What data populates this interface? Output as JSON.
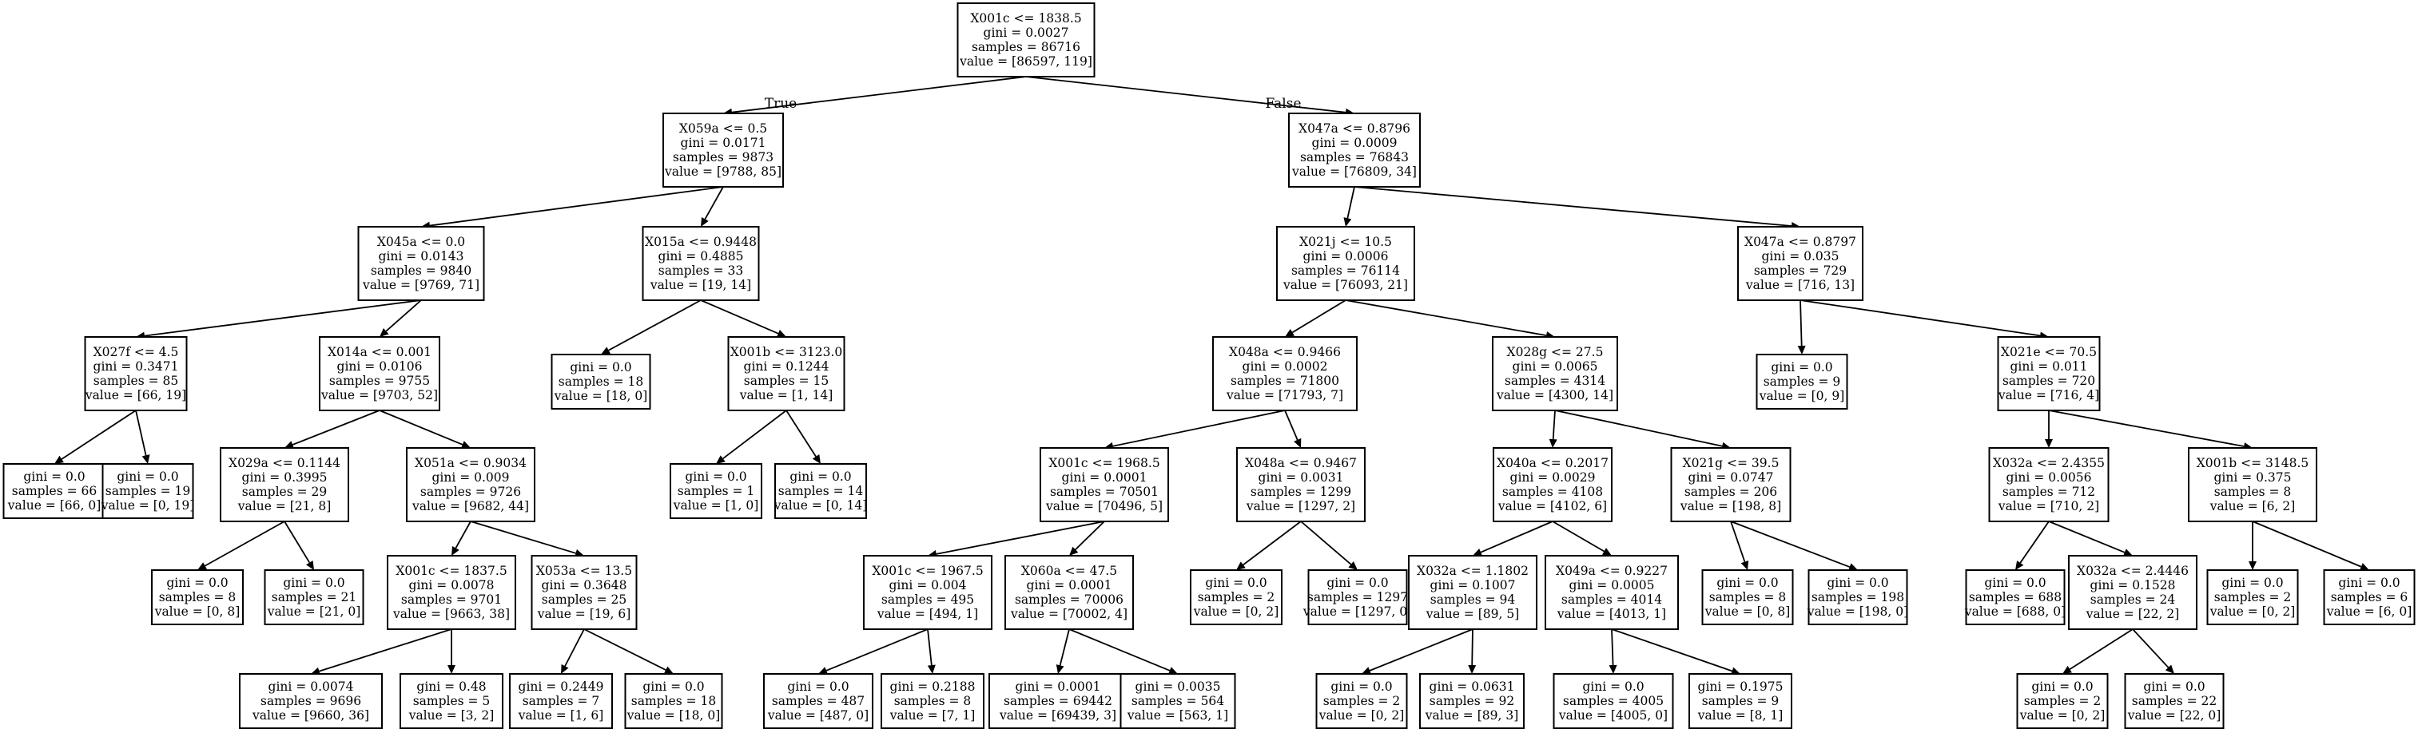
{
  "edge_labels": {
    "true_label": "True",
    "false_label": "False"
  },
  "nodes": {
    "n0": {
      "lines": [
        "X001c <= 1838.5",
        "gini = 0.0027",
        "samples = 86716",
        "value = [86597, 119]"
      ]
    },
    "n1": {
      "lines": [
        "X059a <= 0.5",
        "gini = 0.0171",
        "samples = 9873",
        "value = [9788, 85]"
      ]
    },
    "n2": {
      "lines": [
        "X047a <= 0.8796",
        "gini = 0.0009",
        "samples = 76843",
        "value = [76809, 34]"
      ]
    },
    "n3": {
      "lines": [
        "X045a <= 0.0",
        "gini = 0.0143",
        "samples = 9840",
        "value = [9769, 71]"
      ]
    },
    "n4": {
      "lines": [
        "X015a <= 0.9448",
        "gini = 0.4885",
        "samples = 33",
        "value = [19, 14]"
      ]
    },
    "n5": {
      "lines": [
        "X021j <= 10.5",
        "gini = 0.0006",
        "samples = 76114",
        "value = [76093, 21]"
      ]
    },
    "n6": {
      "lines": [
        "X047a <= 0.8797",
        "gini = 0.035",
        "samples = 729",
        "value = [716, 13]"
      ]
    },
    "n7": {
      "lines": [
        "X027f <= 4.5",
        "gini = 0.3471",
        "samples = 85",
        "value = [66, 19]"
      ]
    },
    "n8": {
      "lines": [
        "X014a <= 0.001",
        "gini = 0.0106",
        "samples = 9755",
        "value = [9703, 52]"
      ]
    },
    "n9": {
      "lines": [
        "gini = 0.0",
        "samples = 18",
        "value = [18, 0]"
      ]
    },
    "n10": {
      "lines": [
        "X001b <= 3123.0",
        "gini = 0.1244",
        "samples = 15",
        "value = [1, 14]"
      ]
    },
    "n11": {
      "lines": [
        "X048a <= 0.9466",
        "gini = 0.0002",
        "samples = 71800",
        "value = [71793, 7]"
      ]
    },
    "n12": {
      "lines": [
        "X028g <= 27.5",
        "gini = 0.0065",
        "samples = 4314",
        "value = [4300, 14]"
      ]
    },
    "n13": {
      "lines": [
        "gini = 0.0",
        "samples = 9",
        "value = [0, 9]"
      ]
    },
    "n14": {
      "lines": [
        "X021e <= 70.5",
        "gini = 0.011",
        "samples = 720",
        "value = [716, 4]"
      ]
    },
    "n15": {
      "lines": [
        "gini = 0.0",
        "samples = 66",
        "value = [66, 0]"
      ]
    },
    "n16": {
      "lines": [
        "gini = 0.0",
        "samples = 19",
        "value = [0, 19]"
      ]
    },
    "n17": {
      "lines": [
        "X029a <= 0.1144",
        "gini = 0.3995",
        "samples = 29",
        "value = [21, 8]"
      ]
    },
    "n18": {
      "lines": [
        "X051a <= 0.9034",
        "gini = 0.009",
        "samples = 9726",
        "value = [9682, 44]"
      ]
    },
    "n19": {
      "lines": [
        "gini = 0.0",
        "samples = 1",
        "value = [1, 0]"
      ]
    },
    "n20": {
      "lines": [
        "gini = 0.0",
        "samples = 14",
        "value = [0, 14]"
      ]
    },
    "n21": {
      "lines": [
        "X001c <= 1968.5",
        "gini = 0.0001",
        "samples = 70501",
        "value = [70496, 5]"
      ]
    },
    "n22": {
      "lines": [
        "X048a <= 0.9467",
        "gini = 0.0031",
        "samples = 1299",
        "value = [1297, 2]"
      ]
    },
    "n23": {
      "lines": [
        "X040a <= 0.2017",
        "gini = 0.0029",
        "samples = 4108",
        "value = [4102, 6]"
      ]
    },
    "n24": {
      "lines": [
        "X021g <= 39.5",
        "gini = 0.0747",
        "samples = 206",
        "value = [198, 8]"
      ]
    },
    "n25": {
      "lines": [
        "X032a <= 2.4355",
        "gini = 0.0056",
        "samples = 712",
        "value = [710, 2]"
      ]
    },
    "n26": {
      "lines": [
        "X001b <= 3148.5",
        "gini = 0.375",
        "samples = 8",
        "value = [6, 2]"
      ]
    },
    "n27": {
      "lines": [
        "gini = 0.0",
        "samples = 8",
        "value = [0, 8]"
      ]
    },
    "n28": {
      "lines": [
        "gini = 0.0",
        "samples = 21",
        "value = [21, 0]"
      ]
    },
    "n29": {
      "lines": [
        "X001c <= 1837.5",
        "gini = 0.0078",
        "samples = 9701",
        "value = [9663, 38]"
      ]
    },
    "n30": {
      "lines": [
        "X053a <= 13.5",
        "gini = 0.3648",
        "samples = 25",
        "value = [19, 6]"
      ]
    },
    "n31": {
      "lines": [
        "X001c <= 1967.5",
        "gini = 0.004",
        "samples = 495",
        "value = [494, 1]"
      ]
    },
    "n32": {
      "lines": [
        "X060a <= 47.5",
        "gini = 0.0001",
        "samples = 70006",
        "value = [70002, 4]"
      ]
    },
    "n33": {
      "lines": [
        "gini = 0.0",
        "samples = 2",
        "value = [0, 2]"
      ]
    },
    "n34": {
      "lines": [
        "gini = 0.0",
        "samples = 1297",
        "value = [1297, 0]"
      ]
    },
    "n35": {
      "lines": [
        "X032a <= 1.1802",
        "gini = 0.1007",
        "samples = 94",
        "value = [89, 5]"
      ]
    },
    "n36": {
      "lines": [
        "X049a <= 0.9227",
        "gini = 0.0005",
        "samples = 4014",
        "value = [4013, 1]"
      ]
    },
    "n37": {
      "lines": [
        "gini = 0.0",
        "samples = 8",
        "value = [0, 8]"
      ]
    },
    "n38": {
      "lines": [
        "gini = 0.0",
        "samples = 198",
        "value = [198, 0]"
      ]
    },
    "n39": {
      "lines": [
        "gini = 0.0",
        "samples = 688",
        "value = [688, 0]"
      ]
    },
    "n40": {
      "lines": [
        "X032a <= 2.4446",
        "gini = 0.1528",
        "samples = 24",
        "value = [22, 2]"
      ]
    },
    "n41": {
      "lines": [
        "gini = 0.0",
        "samples = 2",
        "value = [0, 2]"
      ]
    },
    "n42": {
      "lines": [
        "gini = 0.0",
        "samples = 6",
        "value = [6, 0]"
      ]
    },
    "n43": {
      "lines": [
        "gini = 0.0074",
        "samples = 9696",
        "value = [9660, 36]"
      ]
    },
    "n44": {
      "lines": [
        "gini = 0.48",
        "samples = 5",
        "value = [3, 2]"
      ]
    },
    "n45": {
      "lines": [
        "gini = 0.2449",
        "samples = 7",
        "value = [1, 6]"
      ]
    },
    "n46": {
      "lines": [
        "gini = 0.0",
        "samples = 18",
        "value = [18, 0]"
      ]
    },
    "n47": {
      "lines": [
        "gini = 0.0",
        "samples = 487",
        "value = [487, 0]"
      ]
    },
    "n48": {
      "lines": [
        "gini = 0.2188",
        "samples = 8",
        "value = [7, 1]"
      ]
    },
    "n49": {
      "lines": [
        "gini = 0.0001",
        "samples = 69442",
        "value = [69439, 3]"
      ]
    },
    "n50": {
      "lines": [
        "gini = 0.0035",
        "samples = 564",
        "value = [563, 1]"
      ]
    },
    "n51": {
      "lines": [
        "gini = 0.0",
        "samples = 2",
        "value = [0, 2]"
      ]
    },
    "n52": {
      "lines": [
        "gini = 0.0631",
        "samples = 92",
        "value = [89, 3]"
      ]
    },
    "n53": {
      "lines": [
        "gini = 0.0",
        "samples = 4005",
        "value = [4005, 0]"
      ]
    },
    "n54": {
      "lines": [
        "gini = 0.1975",
        "samples = 9",
        "value = [8, 1]"
      ]
    },
    "n55": {
      "lines": [
        "gini = 0.0",
        "samples = 2",
        "value = [0, 2]"
      ]
    },
    "n56": {
      "lines": [
        "gini = 0.0",
        "samples = 22",
        "value = [22, 0]"
      ]
    }
  },
  "edges": [
    [
      "n0",
      "n1"
    ],
    [
      "n0",
      "n2"
    ],
    [
      "n1",
      "n3"
    ],
    [
      "n1",
      "n4"
    ],
    [
      "n2",
      "n5"
    ],
    [
      "n2",
      "n6"
    ],
    [
      "n3",
      "n7"
    ],
    [
      "n3",
      "n8"
    ],
    [
      "n4",
      "n9"
    ],
    [
      "n4",
      "n10"
    ],
    [
      "n5",
      "n11"
    ],
    [
      "n5",
      "n12"
    ],
    [
      "n6",
      "n13"
    ],
    [
      "n6",
      "n14"
    ],
    [
      "n7",
      "n15"
    ],
    [
      "n7",
      "n16"
    ],
    [
      "n8",
      "n17"
    ],
    [
      "n8",
      "n18"
    ],
    [
      "n10",
      "n19"
    ],
    [
      "n10",
      "n20"
    ],
    [
      "n11",
      "n21"
    ],
    [
      "n11",
      "n22"
    ],
    [
      "n12",
      "n23"
    ],
    [
      "n12",
      "n24"
    ],
    [
      "n14",
      "n25"
    ],
    [
      "n14",
      "n26"
    ],
    [
      "n17",
      "n27"
    ],
    [
      "n17",
      "n28"
    ],
    [
      "n18",
      "n29"
    ],
    [
      "n18",
      "n30"
    ],
    [
      "n21",
      "n31"
    ],
    [
      "n21",
      "n32"
    ],
    [
      "n22",
      "n33"
    ],
    [
      "n22",
      "n34"
    ],
    [
      "n23",
      "n35"
    ],
    [
      "n23",
      "n36"
    ],
    [
      "n24",
      "n37"
    ],
    [
      "n24",
      "n38"
    ],
    [
      "n25",
      "n39"
    ],
    [
      "n25",
      "n40"
    ],
    [
      "n26",
      "n41"
    ],
    [
      "n26",
      "n42"
    ],
    [
      "n29",
      "n43"
    ],
    [
      "n29",
      "n44"
    ],
    [
      "n30",
      "n45"
    ],
    [
      "n30",
      "n46"
    ],
    [
      "n31",
      "n47"
    ],
    [
      "n31",
      "n48"
    ],
    [
      "n32",
      "n49"
    ],
    [
      "n32",
      "n50"
    ],
    [
      "n35",
      "n51"
    ],
    [
      "n35",
      "n52"
    ],
    [
      "n36",
      "n53"
    ],
    [
      "n36",
      "n54"
    ],
    [
      "n40",
      "n55"
    ],
    [
      "n40",
      "n56"
    ]
  ]
}
